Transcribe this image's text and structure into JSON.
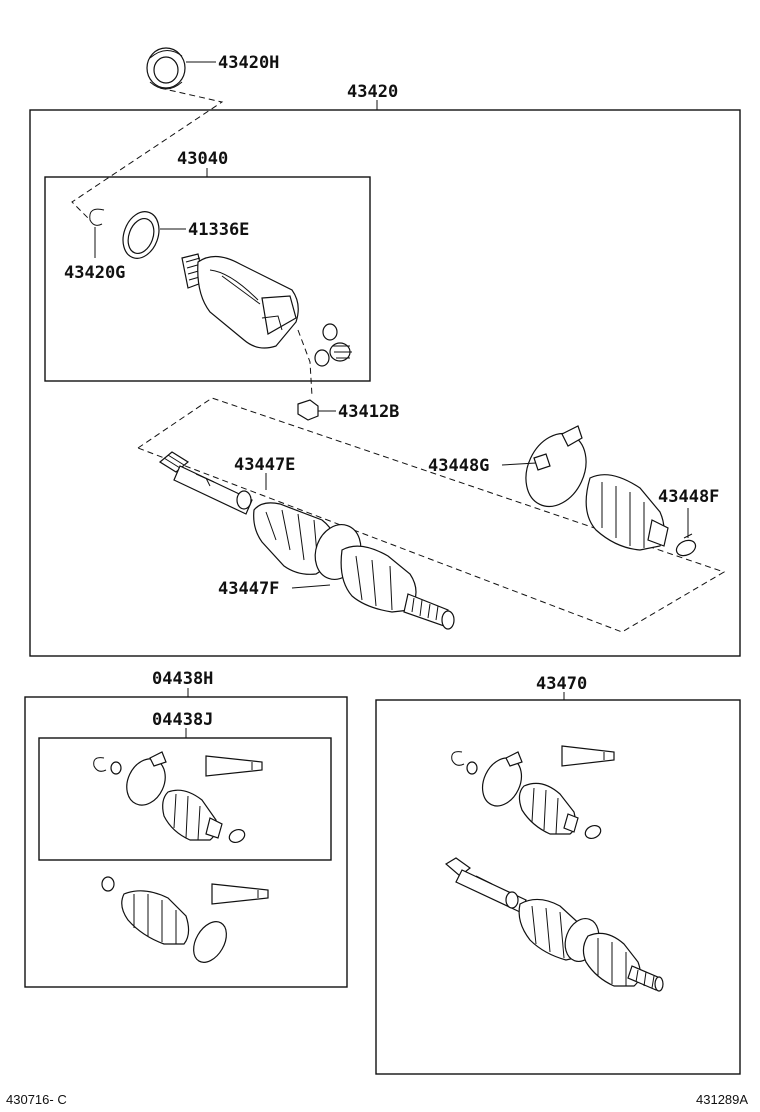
{
  "labels": {
    "p43420H": "43420H",
    "p43420": "43420",
    "p43040": "43040",
    "p41336E": "41336E",
    "p43420G": "43420G",
    "p43412B": "43412B",
    "p43447E": "43447E",
    "p43448G": "43448G",
    "p43448F": "43448F",
    "p43447F": "43447F",
    "p04438H": "04438H",
    "p04438J": "04438J",
    "p43470": "43470"
  },
  "footer": {
    "left_code": "430716- C",
    "right_code": "431289A"
  }
}
